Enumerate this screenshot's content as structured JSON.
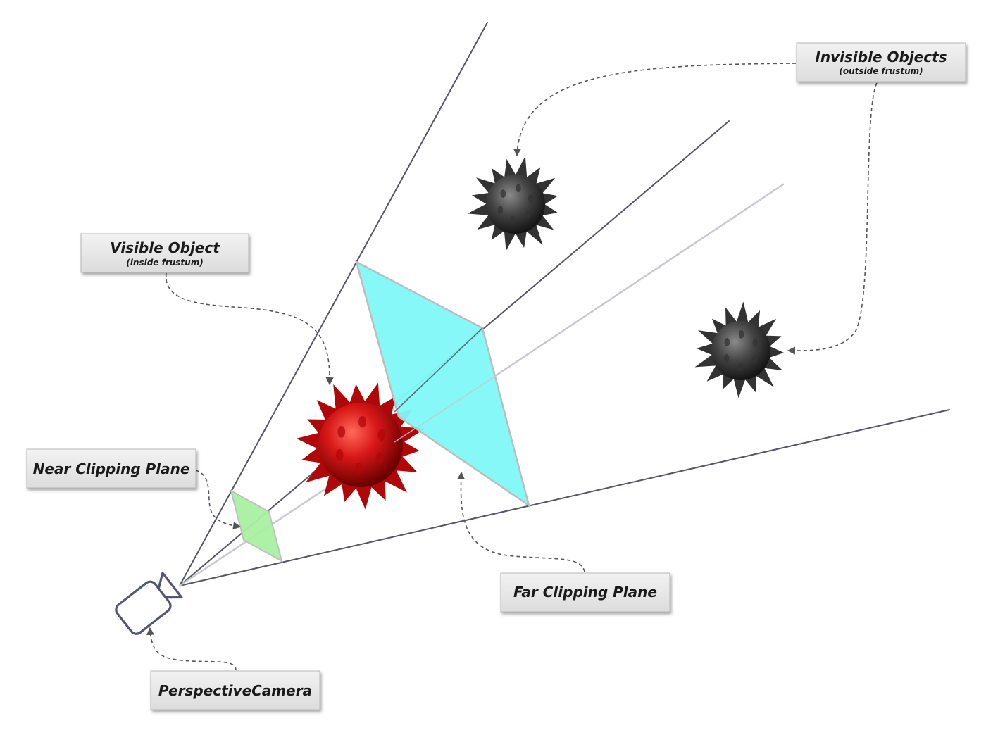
{
  "labels": {
    "invisible_objects": {
      "title": "Invisible Objects",
      "subtitle": "(outside frustum)"
    },
    "visible_object": {
      "title": "Visible Object",
      "subtitle": "(inside frustum)"
    },
    "near_clipping_plane": {
      "title": "Near Clipping Plane"
    },
    "far_clipping_plane": {
      "title": "Far Clipping Plane"
    },
    "perspective_camera": {
      "title": "PerspectiveCamera"
    }
  },
  "colors": {
    "near_plane_fill": "#a8f0a0",
    "far_plane_fill": "#80f8f8",
    "visible_object": "#cc1010",
    "invisible_object": "#444444",
    "frustum_edge": "#555566",
    "label_box_fill": "#e8e8e8",
    "callout_line": "#555555"
  },
  "icons": {
    "camera": "video-camera-icon",
    "visible_object": "spiked-ball-icon",
    "invisible_object": "spiked-ball-icon"
  }
}
